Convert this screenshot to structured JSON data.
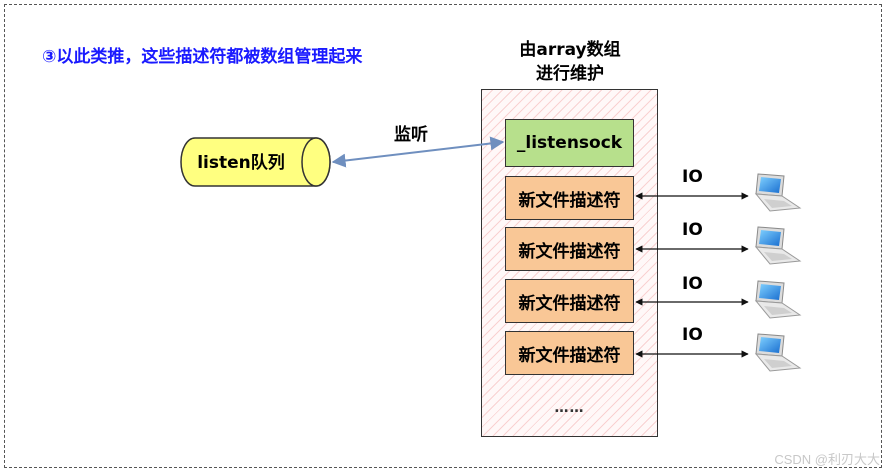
{
  "heading": "③以此类推，这些描述符都被数组管理起来",
  "array_title": [
    "由array数组",
    "进行维护"
  ],
  "listen_queue": "listen队列",
  "listen_arrow_label": "监听",
  "listen_sock": "_listensock",
  "fd_cells": [
    "新文件描述符",
    "新文件描述符",
    "新文件描述符",
    "新文件描述符"
  ],
  "io_labels": [
    "IO",
    "IO",
    "IO",
    "IO"
  ],
  "ellipsis": "……",
  "watermark": "CSDN @利刃大大",
  "colors": {
    "heading": "#1a1aff",
    "listensock_fill": "#b7e08c",
    "fd_fill": "#f9c796",
    "queue_fill": "#ffff80",
    "arrow": "#6f8fbf"
  }
}
